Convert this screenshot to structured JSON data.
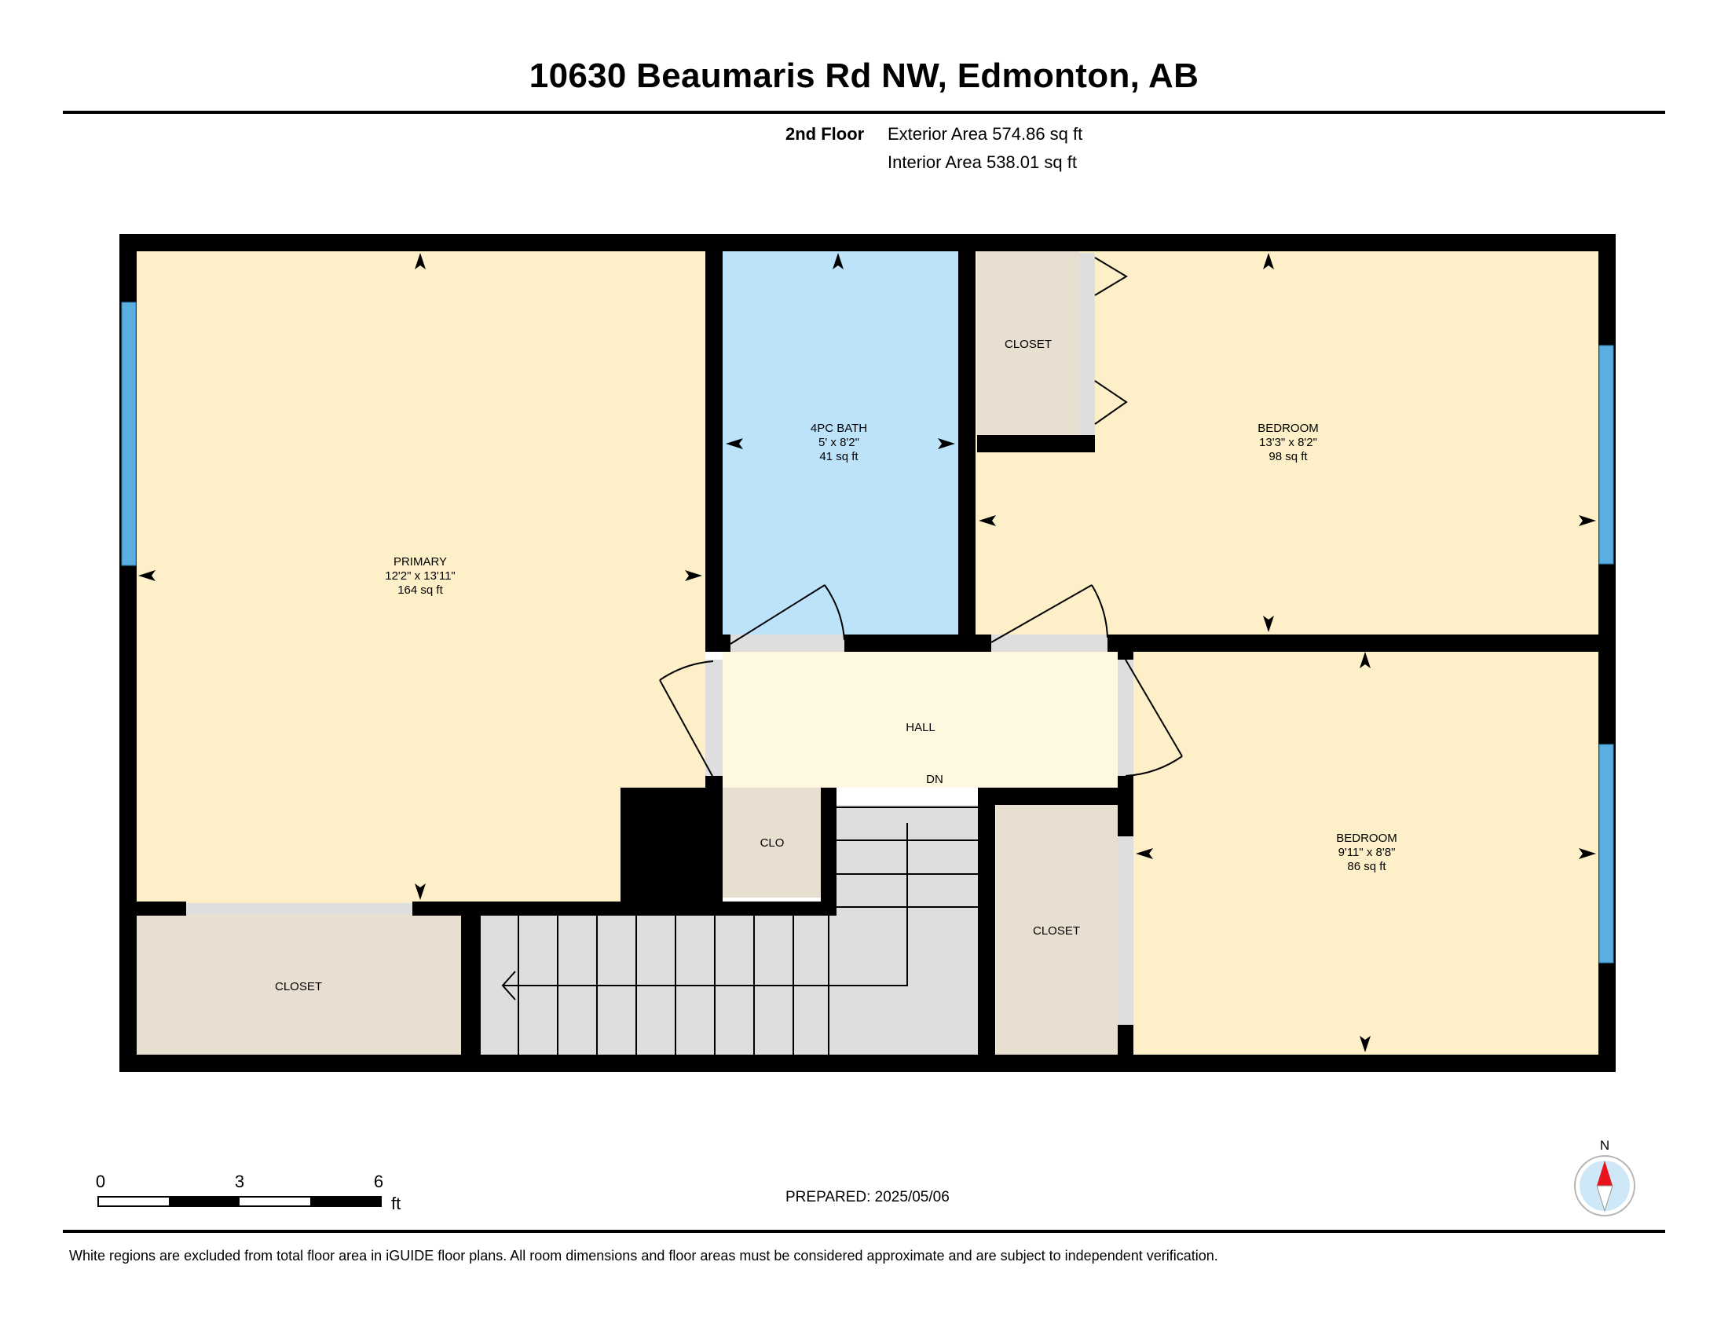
{
  "header": {
    "address": "10630 Beaumaris Rd NW, Edmonton, AB",
    "floor": "2nd Floor",
    "exterior_area": "Exterior Area 574.86 sq ft",
    "interior_area": "Interior Area 538.01 sq ft"
  },
  "rooms": {
    "primary": {
      "name": "PRIMARY",
      "dims": "12'2\" x 13'11\"",
      "area": "164 sq ft"
    },
    "bath": {
      "name": "4PC BATH",
      "dims": "5' x 8'2\"",
      "area": "41 sq ft"
    },
    "bedroom1": {
      "name": "BEDROOM",
      "dims": "13'3\" x 8'2\"",
      "area": "98 sq ft"
    },
    "bedroom2": {
      "name": "BEDROOM",
      "dims": "9'11\" x 8'8\"",
      "area": "86 sq ft"
    },
    "closet_top": "CLOSET",
    "closet_primary": "CLOSET",
    "closet_hall": "CLOSET",
    "clo": "CLO",
    "hall": "HALL",
    "stairs_down": "DN"
  },
  "colors": {
    "wall": "#000000",
    "bedroom_fill": "#fdf0c8",
    "bath_fill": "#bde3fb",
    "closet_fill": "#e8dfd0",
    "hall_fill": "#fef8e0",
    "stair_fill": "#dedede",
    "window": "#5aaee0",
    "compass_needle": "#e8131c",
    "compass_ring": "#cfe8f7"
  },
  "scale_bar": {
    "ticks": [
      "0",
      "3",
      "6"
    ],
    "unit": "ft"
  },
  "compass": {
    "label": "N"
  },
  "footer": {
    "prepared": "PREPARED: 2025/05/06",
    "disclaimer": "White regions are excluded from total floor area in iGUIDE floor plans. All room dimensions and floor areas must be considered approximate and are subject to independent verification."
  }
}
